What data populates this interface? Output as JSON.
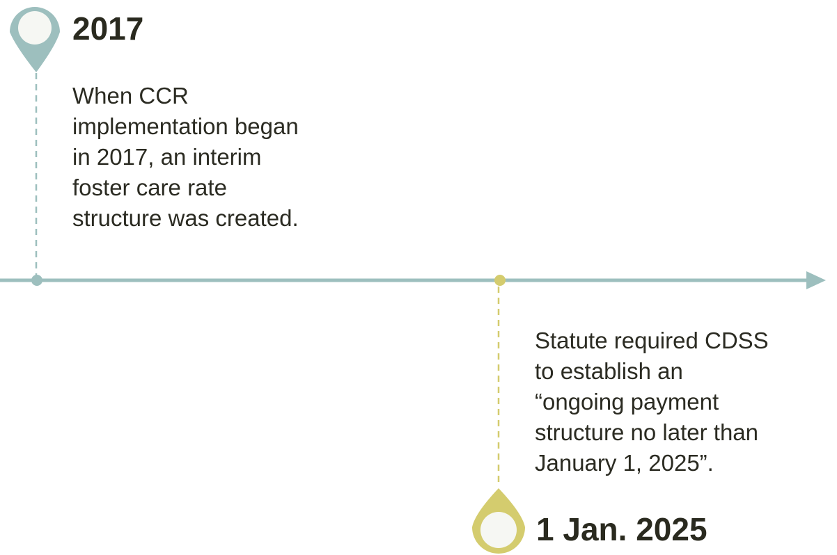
{
  "colors": {
    "axis": "#9dbfbe",
    "event1": "#9dbfbe",
    "event2": "#d4cc6e",
    "pin_fill": "#f6f7f3",
    "text": "#2b2b22"
  },
  "events": [
    {
      "year": "2017",
      "description": "When CCR\nimplementation began\nin 2017, an interim\nfoster care rate\nstructure was created."
    },
    {
      "year": "1 Jan. 2025",
      "description": "Statute required CDSS\nto establish an\n“ongoing payment\nstructure no later than\nJanuary 1, 2025”."
    }
  ]
}
